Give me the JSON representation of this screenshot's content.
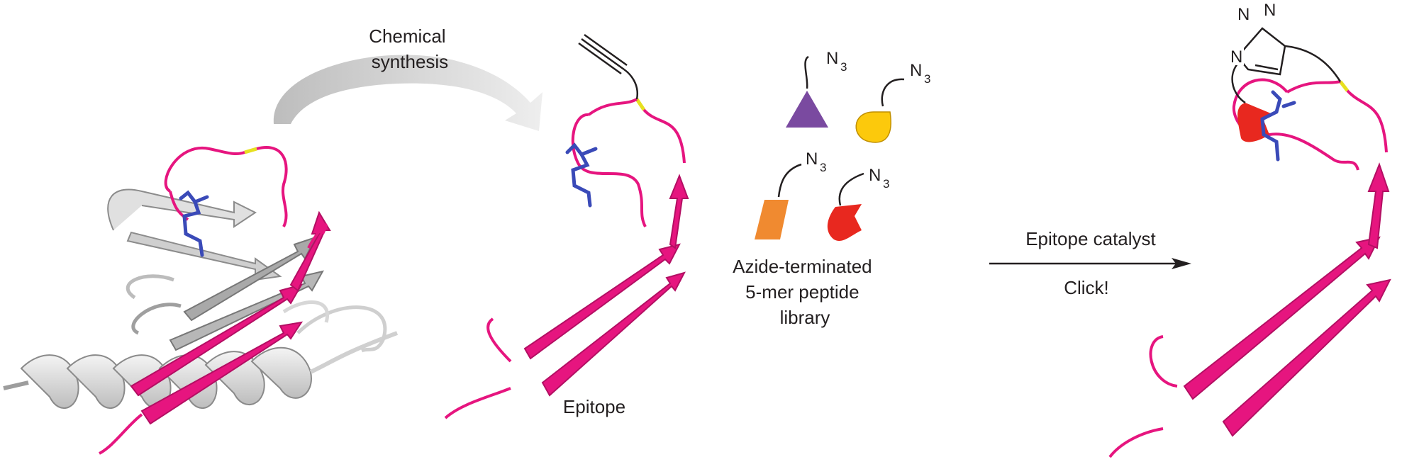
{
  "labels": {
    "chemical_synthesis": [
      "Chemical",
      "synthesis"
    ],
    "epitope": "Epitope",
    "library": [
      "Azide-terminated",
      "5-mer peptide",
      "library"
    ],
    "catalyst": "Epitope catalyst",
    "click": "Click!",
    "azide": "N",
    "azide_sub": "3",
    "triazole_n": "N"
  },
  "colors": {
    "strand": "#e6157f",
    "strand_dark": "#b30f63",
    "helix": "#e4e4e4",
    "helix_dark": "#9d9d9d",
    "grey_sheet": "#b9b9b9",
    "residue": "#3a4ab8",
    "linker": "#e7e020",
    "triangle": "#7a4aa0",
    "teardrop": "#fcc90c",
    "parallelogram": "#f08a30",
    "red_shape": "#e8281f",
    "ink": "#231f20"
  },
  "icons": [
    "curved-arrow-icon",
    "reaction-arrow-icon",
    "alkyne-icon",
    "triazole-icon"
  ]
}
